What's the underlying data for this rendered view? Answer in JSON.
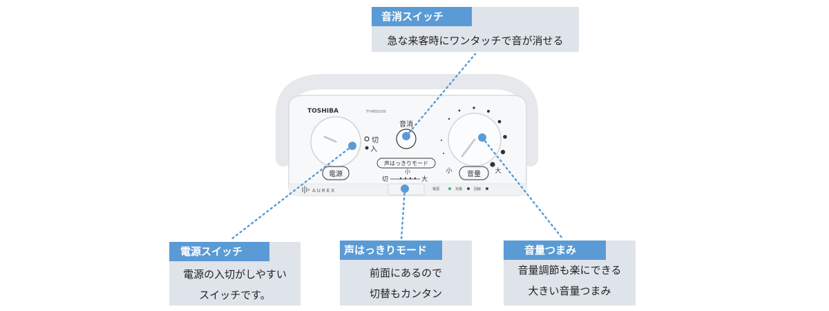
{
  "callouts": {
    "mute": {
      "title": "音消スイッチ",
      "lines": [
        "急な来客時にワンタッチで音が消せる"
      ]
    },
    "power": {
      "title": "電源スイッチ",
      "lines": [
        "電源の入切がしやすい",
        "スイッチです。"
      ]
    },
    "voice": {
      "title": "声はっきりモード",
      "lines": [
        "前面にあるので",
        "切替もカンタン"
      ]
    },
    "volume": {
      "title": "音量つまみ",
      "lines": [
        "音量調節も楽にできる",
        "大きい音量つまみ"
      ]
    }
  },
  "device": {
    "brand": "TOSHIBA",
    "model": "TY-WSD100",
    "sub_brand": "AUREX",
    "mute_label": "音消",
    "power_label": "電源",
    "power_off": "切",
    "power_on": "入",
    "voice_mode_label": "声はっきりモード",
    "voice_off": "切",
    "voice_small": "小",
    "voice_large": "大",
    "volume_label": "音量",
    "volume_small": "小",
    "volume_large": "大",
    "indicators": [
      "電源",
      "充電",
      "回線"
    ]
  },
  "colors": {
    "accent": "#5b9bd5",
    "callout_bg": "#dfe3ea",
    "indicator_green": "#3cb371"
  }
}
